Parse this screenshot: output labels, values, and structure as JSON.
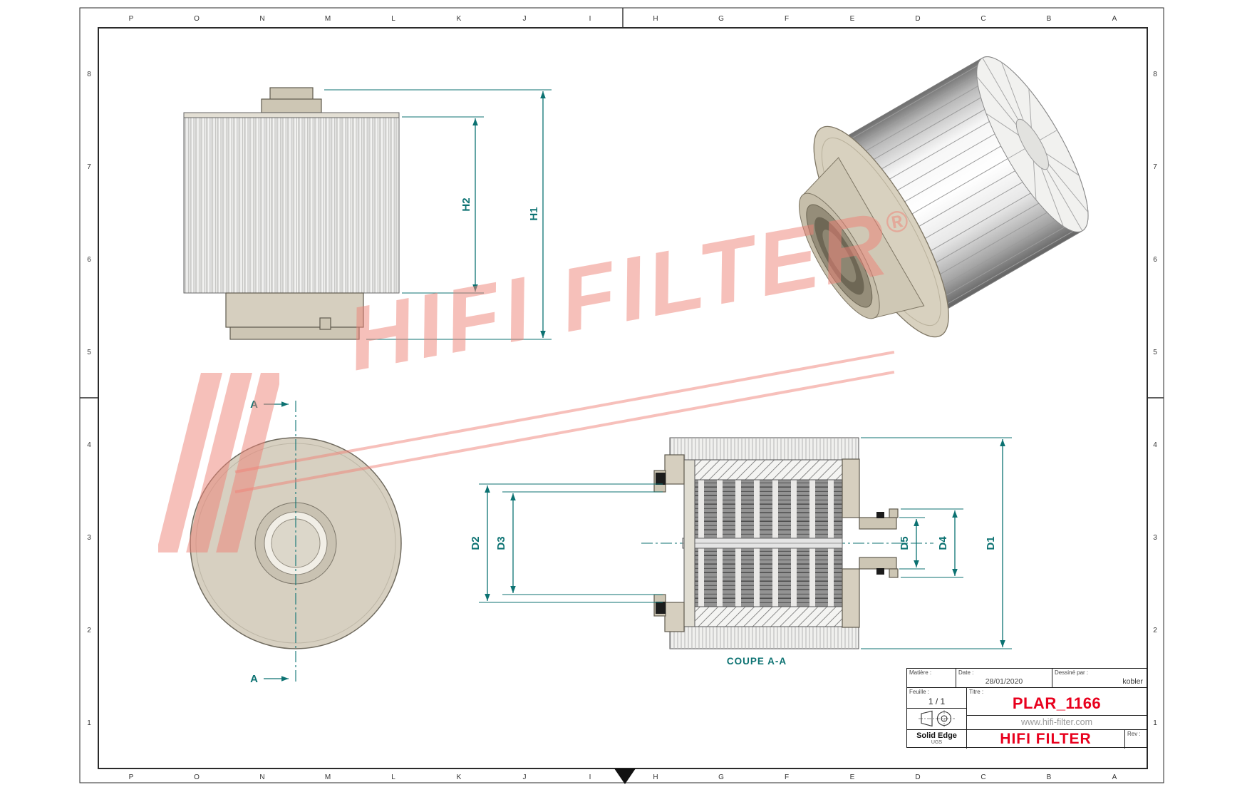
{
  "sheet": {
    "grid_letters": [
      "P",
      "O",
      "N",
      "M",
      "L",
      "K",
      "J",
      "I",
      "H",
      "G",
      "F",
      "E",
      "D",
      "C",
      "B",
      "A"
    ],
    "grid_numbers": [
      "8",
      "7",
      "6",
      "5",
      "4",
      "3",
      "2",
      "1"
    ]
  },
  "drawing": {
    "section_label": "COUPE A-A",
    "cut_letter": "A",
    "dims": {
      "h1": "H1",
      "h2": "H2",
      "d1": "D1",
      "d2": "D2",
      "d3": "D3",
      "d4": "D4",
      "d5": "D5"
    }
  },
  "watermark": {
    "text": "HIFI FILTER",
    "registered": "®"
  },
  "title_block": {
    "matiere_label": "Matière :",
    "date_label": "Date :",
    "date_value": "28/01/2020",
    "drawn_by_label": "Dessiné par :",
    "drawn_by_value": "kobler",
    "sheet_label": "Feuille :",
    "sheet_value": "1 / 1",
    "title_label": "Titre :",
    "part_number": "PLAR_1166",
    "website": "www.hifi-filter.com",
    "software": "Solid Edge",
    "software_vendor": "UGS",
    "brand": "HIFI FILTER",
    "rev_label": "Rev :"
  },
  "colors": {
    "dimension_teal": "#0c7272",
    "watermark_red": "#ef8277",
    "brand_red": "#e8001d",
    "body_tan": "#d6cfbf"
  }
}
